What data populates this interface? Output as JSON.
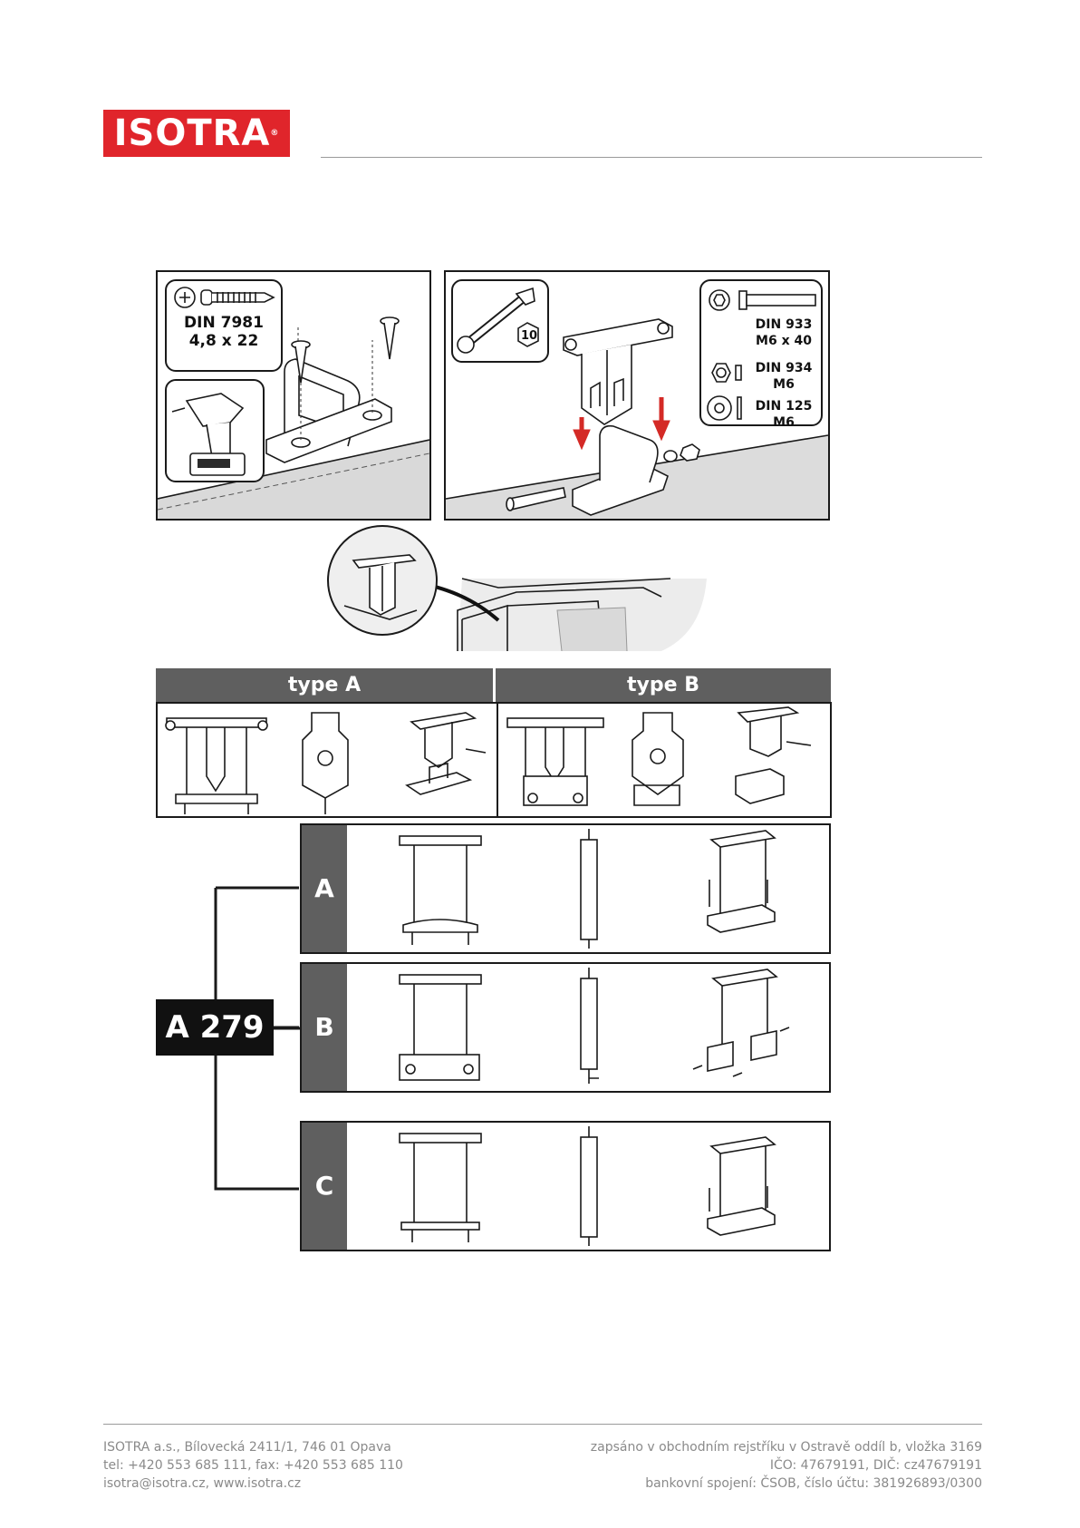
{
  "header": {
    "logo_text": "ISOTRA",
    "logo_mark": "®",
    "brand_color": "#e0252b"
  },
  "step1": {
    "screw_spec": "DIN 7981",
    "screw_size": "4,8 x 22",
    "icons": [
      "phillips-screw-icon",
      "drill-icon"
    ]
  },
  "step2": {
    "wrench_size": "10",
    "parts": [
      {
        "spec": "DIN 933",
        "size": "M6 x 40"
      },
      {
        "spec": "DIN 934",
        "size": "M6"
      },
      {
        "spec": "DIN 125",
        "size": "M6"
      }
    ],
    "arrow_color": "#d42a26"
  },
  "types": {
    "a_label": "type A",
    "b_label": "type B",
    "band_color": "#5f5f5f"
  },
  "variants": {
    "code": "A 279",
    "rows": [
      "A",
      "B",
      "C"
    ]
  },
  "footer": {
    "left": [
      "ISOTRA a.s., Bílovecká 2411/1, 746 01 Opava",
      "tel: +420 553 685 111, fax: +420 553 685 110",
      "isotra@isotra.cz, www.isotra.cz"
    ],
    "right": [
      "zapsáno v obchodním rejstříku v Ostravě oddíl b, vložka 3169",
      "IČO: 47679191, DIČ: cz47679191",
      "bankovní spojení: ČSOB, číslo účtu: 381926893/0300"
    ]
  }
}
